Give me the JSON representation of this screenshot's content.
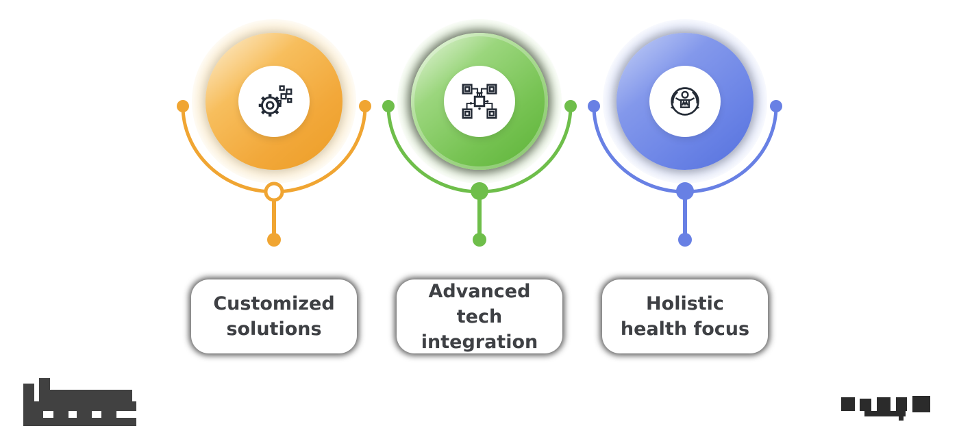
{
  "page": {
    "background": "#ffffff"
  },
  "features": [
    {
      "label": "Customized solutions",
      "icon": "gear-pixels-icon",
      "colors": {
        "main": "#F2A83A",
        "dark": "#EC9D26",
        "light": "#FDEFD2",
        "connector": "#F0A532"
      },
      "center_node_style": "hollow"
    },
    {
      "label": "Advanced tech integration",
      "icon": "chip-network-icon",
      "colors": {
        "main": "#77C353",
        "dark": "#5BB236",
        "light": "#EAF6E0",
        "connector": "#6EBE4A"
      },
      "center_node_style": "filled"
    },
    {
      "label": "Holistic health focus",
      "icon": "person-renewal-icon",
      "colors": {
        "main": "#6B84E6",
        "dark": "#5571DD",
        "light": "#DDE4FA",
        "connector": "#6880E4"
      },
      "center_node_style": "filled"
    }
  ],
  "watermarks": {
    "left": {
      "type": "pixelated-logo"
    },
    "right": {
      "type": "pixelated-text"
    }
  }
}
